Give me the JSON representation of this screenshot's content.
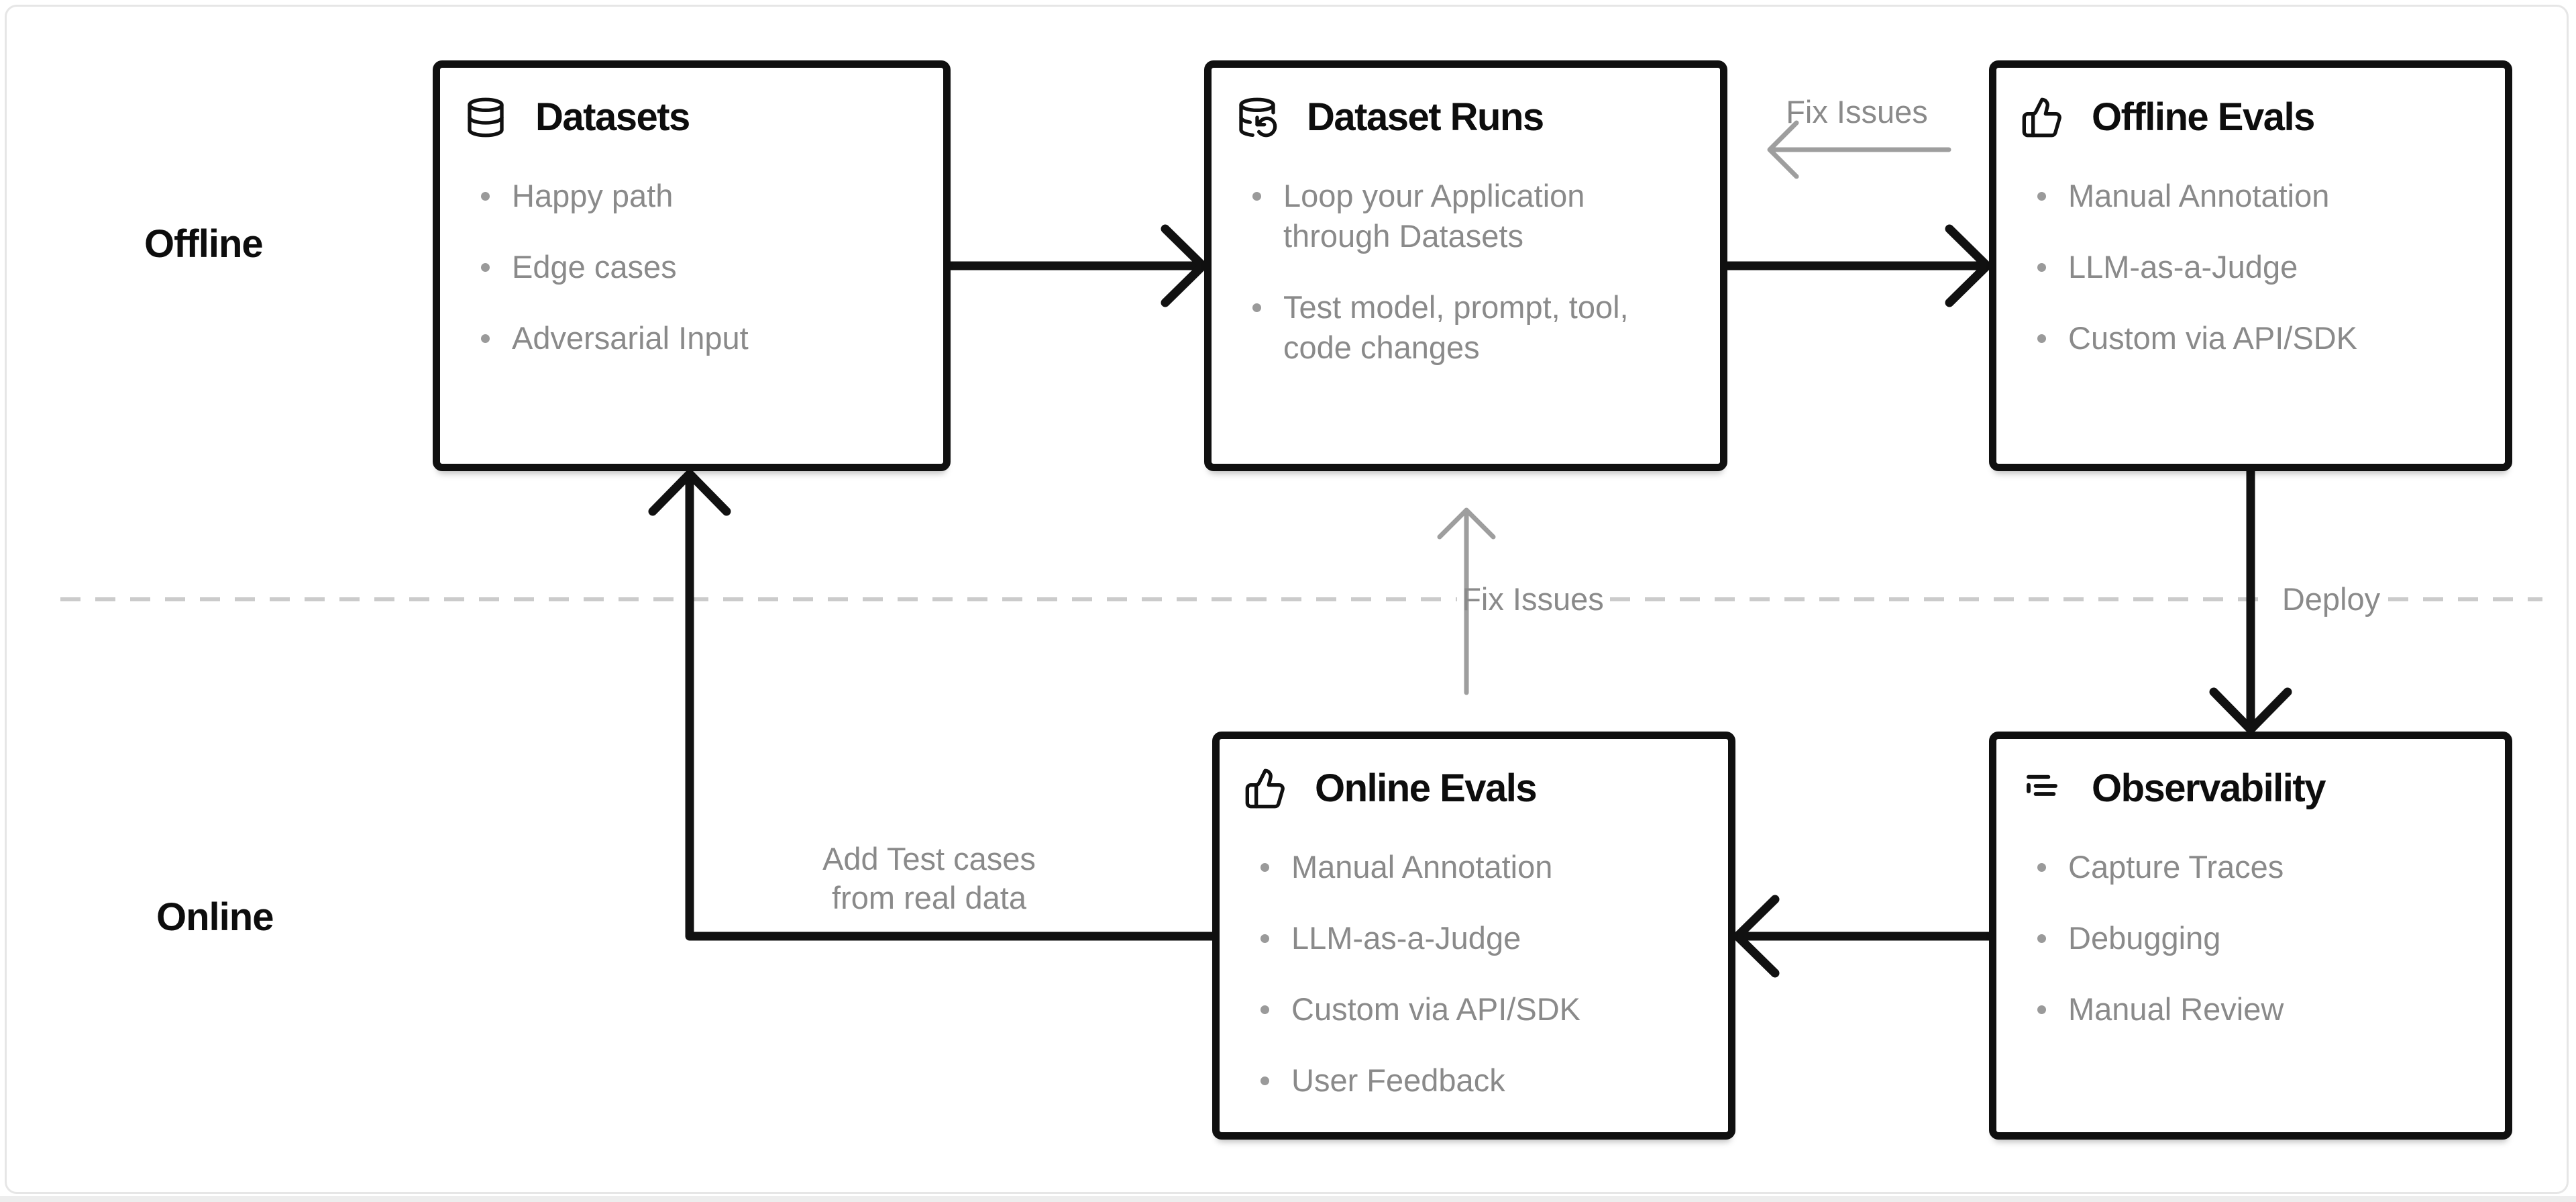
{
  "diagram": {
    "section_labels": {
      "offline": "Offline",
      "online": "Online"
    },
    "boxes": [
      {
        "id": "datasets",
        "icon": "database-icon",
        "title": "Datasets",
        "items": [
          "Happy path",
          "Edge cases",
          "Adversarial Input"
        ]
      },
      {
        "id": "dataset-runs",
        "icon": "database-refresh-icon",
        "title": "Dataset Runs",
        "items": [
          "Loop your Application\nthrough Datasets",
          "Test model, prompt, tool,\ncode changes"
        ]
      },
      {
        "id": "offline-evals",
        "icon": "thumbs-up-icon",
        "title": "Offline Evals",
        "items": [
          "Manual Annotation",
          "LLM-as-a-Judge",
          "Custom via API/SDK"
        ]
      },
      {
        "id": "online-evals",
        "icon": "thumbs-up-icon",
        "title": "Online Evals",
        "items": [
          "Manual Annotation",
          "LLM-as-a-Judge",
          "Custom via API/SDK",
          "User Feedback"
        ]
      },
      {
        "id": "observability",
        "icon": "list-tree-icon",
        "title": "Observability",
        "items": [
          "Capture Traces",
          "Debugging",
          "Manual Review"
        ]
      }
    ],
    "edge_labels": {
      "fix_issues_top": "Fix Issues",
      "fix_issues_mid": "Fix Issues",
      "deploy": "Deploy",
      "add_test_cases": "Add Test cases\nfrom real data"
    },
    "colors": {
      "box_border": "#101010",
      "title_text": "#0d0d0d",
      "item_text": "#8a8a8a",
      "black_arrow": "#111111",
      "gray_arrow": "#9e9e9e",
      "dashed_divider": "#cbcbcb",
      "frame_border": "#e6e6e6"
    }
  }
}
